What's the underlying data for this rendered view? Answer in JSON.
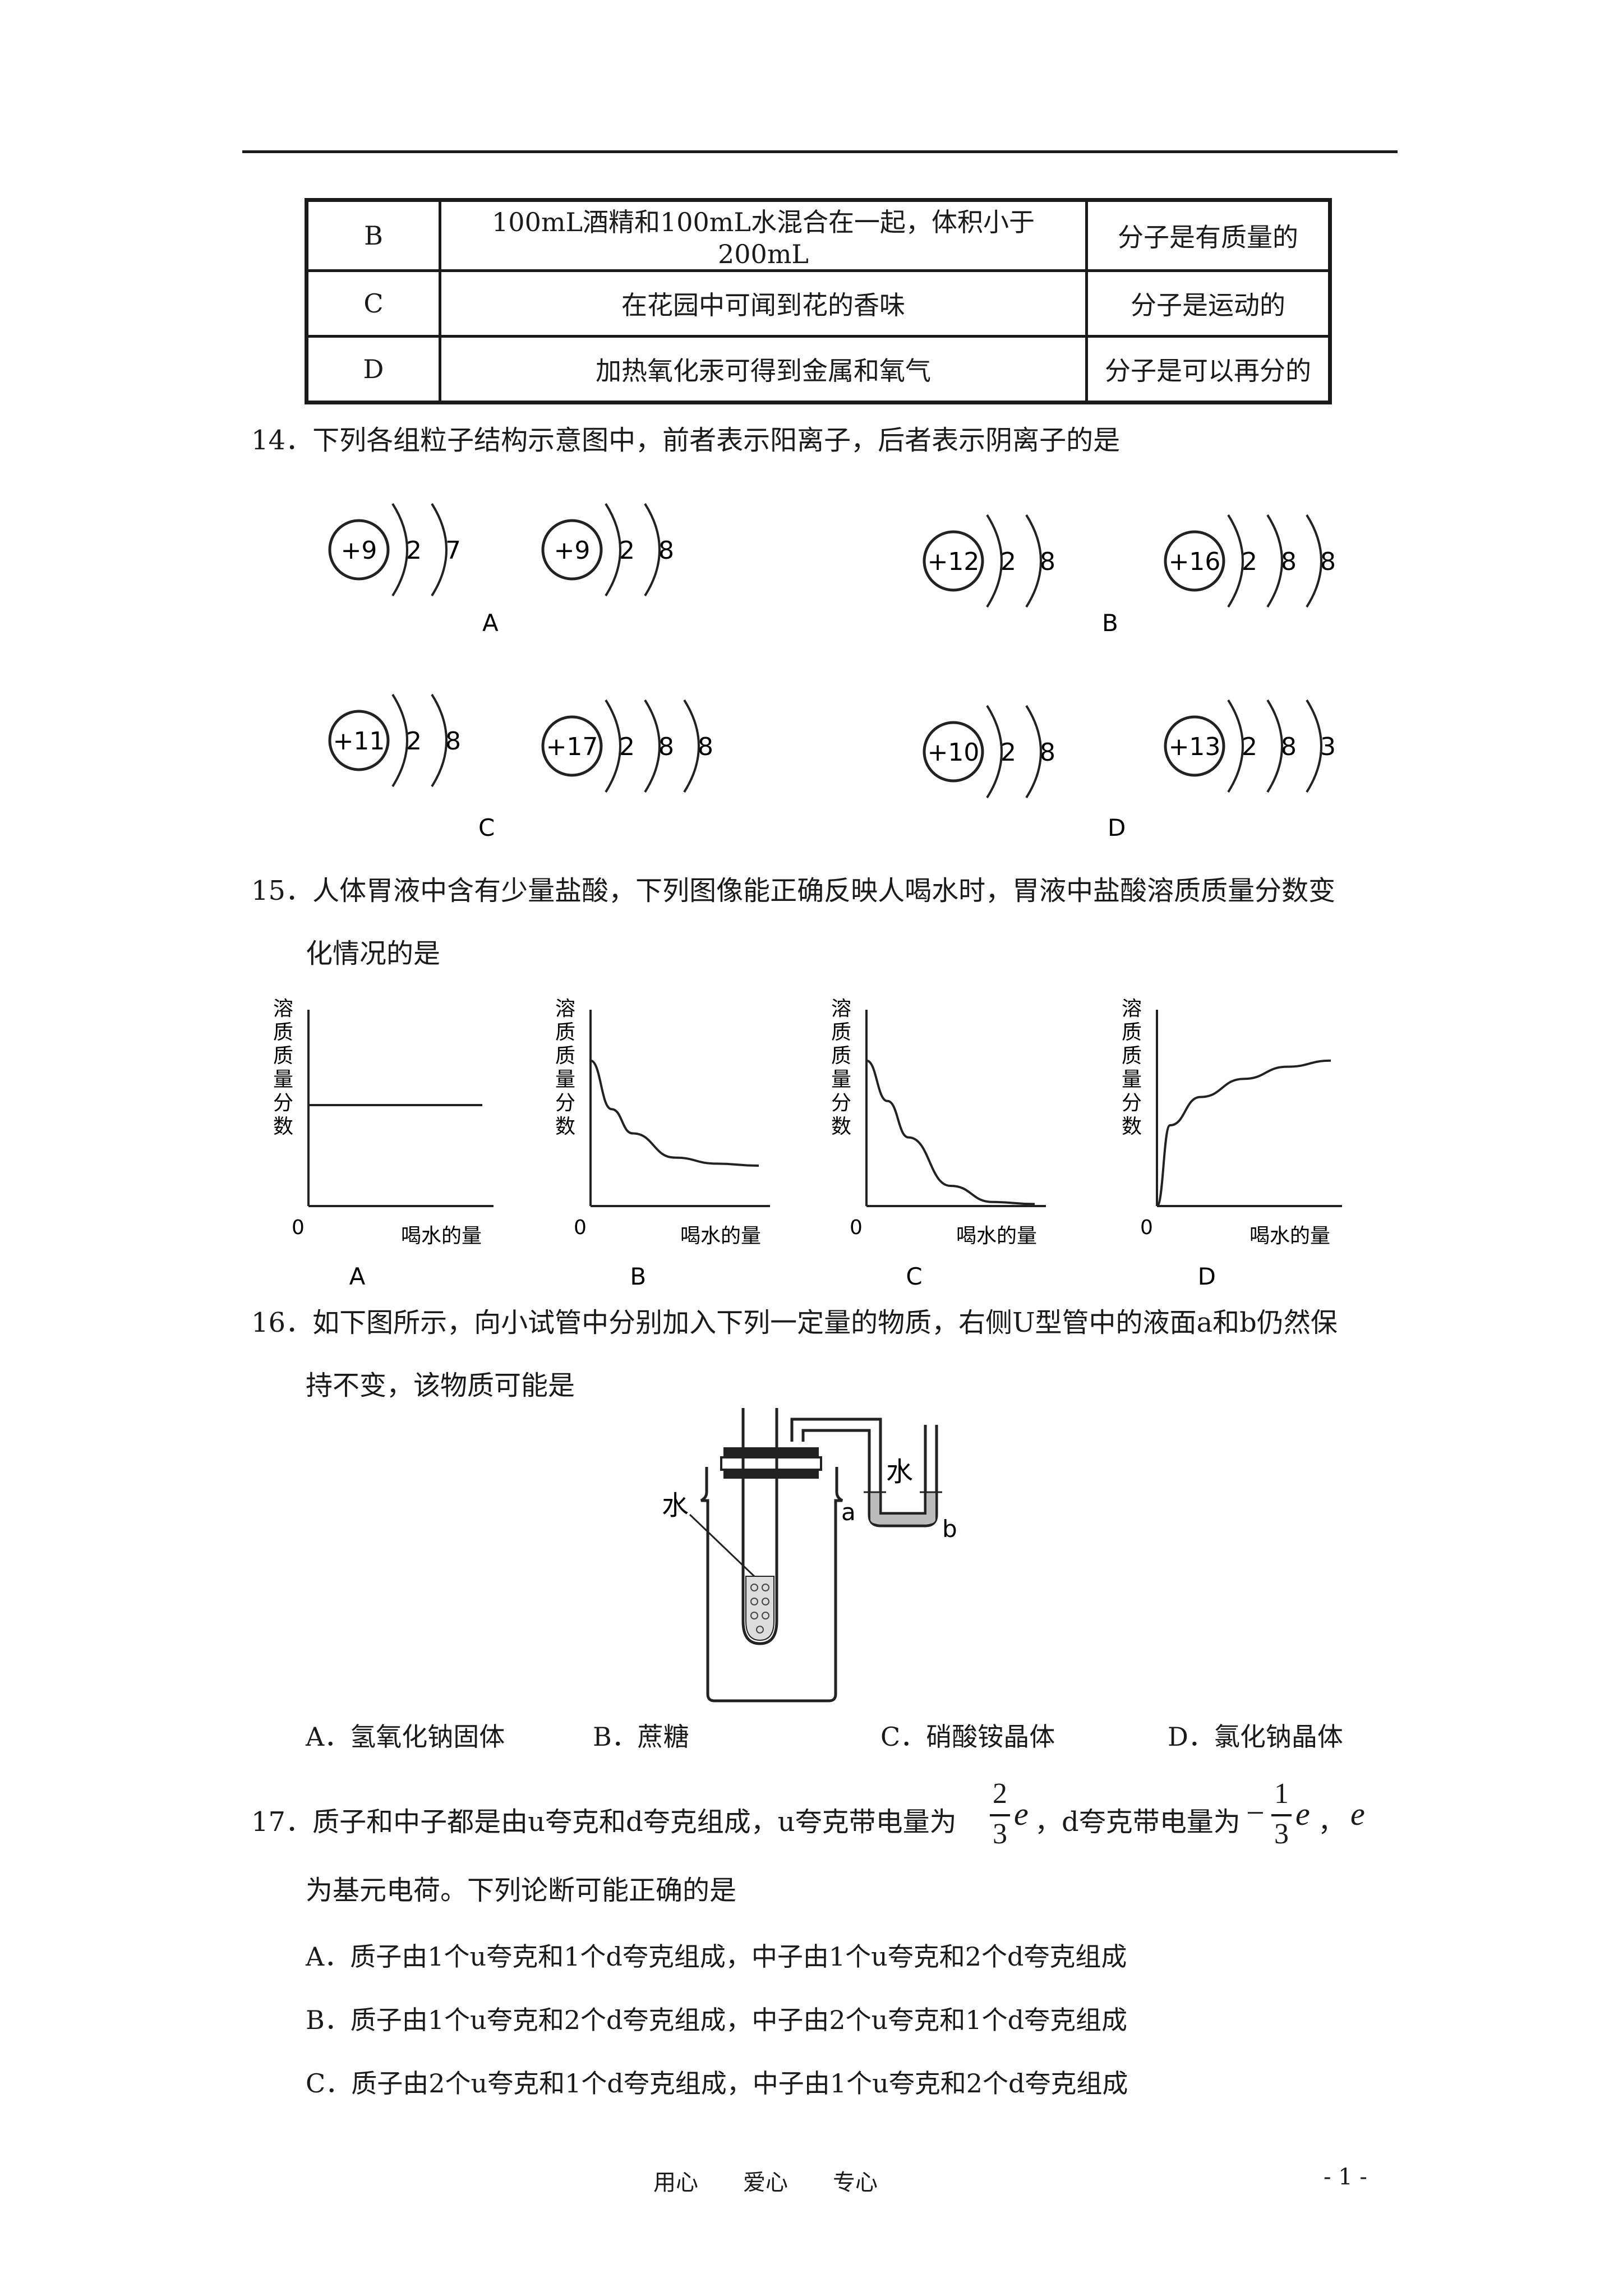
{
  "table": {
    "rows": [
      {
        "letter": "B",
        "phenomenon": "100mL酒精和100mL水混合在一起，体积小于200mL",
        "explanation": "分子是有质量的"
      },
      {
        "letter": "C",
        "phenomenon": "在花园中可闻到花的香味",
        "explanation": "分子是运动的"
      },
      {
        "letter": "D",
        "phenomenon": "加热氧化汞可得到金属和氧气",
        "explanation": "分子是可以再分的"
      }
    ]
  },
  "q14": {
    "stem": "14．下列各组粒子结构示意图中，前者表示阳离子，后者表示阴离子的是",
    "atoms": [
      {
        "nucleus": "+9",
        "shells": "2 7"
      },
      {
        "nucleus": "+9",
        "shells": "2 8"
      },
      {
        "nucleus": "+12",
        "shells": "2 8"
      },
      {
        "nucleus": "+16",
        "shells": "2 8 8"
      },
      {
        "nucleus": "+11",
        "shells": "2 8"
      },
      {
        "nucleus": "+17",
        "shells": "2 8 8"
      },
      {
        "nucleus": "+10",
        "shells": "2 8"
      },
      {
        "nucleus": "+13",
        "shells": "2 8 3"
      }
    ],
    "labels": [
      "A",
      "B",
      "C",
      "D"
    ]
  },
  "q15": {
    "stem_line1": "15．人体胃液中含有少量盐酸，下列图像能正确反映人喝水时，胃液中盐酸溶质质量分数变",
    "stem_line2": "化情况的是",
    "ylabel": "溶质质量分数",
    "xlabel": "喝水的量",
    "origin": "0",
    "labels": [
      "A",
      "B",
      "C",
      "D"
    ]
  },
  "chart_data": [
    {
      "type": "line",
      "title": "A",
      "xlabel": "喝水的量",
      "ylabel": "溶质质量分数",
      "series": [
        {
          "x": [
            0,
            1,
            2,
            3,
            4
          ],
          "values": [
            0.5,
            0.5,
            0.5,
            0.5,
            0.5
          ]
        }
      ]
    },
    {
      "type": "line",
      "title": "B",
      "xlabel": "喝水的量",
      "ylabel": "溶质质量分数",
      "series": [
        {
          "x": [
            0,
            0.5,
            1,
            2,
            3,
            4
          ],
          "values": [
            0.72,
            0.48,
            0.36,
            0.24,
            0.21,
            0.2
          ]
        }
      ]
    },
    {
      "type": "line",
      "title": "C",
      "xlabel": "喝水的量",
      "ylabel": "溶质质量分数",
      "series": [
        {
          "x": [
            0,
            0.5,
            1,
            2,
            3,
            4
          ],
          "values": [
            0.72,
            0.52,
            0.34,
            0.1,
            0.02,
            0.01
          ]
        }
      ]
    },
    {
      "type": "line",
      "title": "D",
      "xlabel": "喝水的量",
      "ylabel": "溶质质量分数",
      "series": [
        {
          "x": [
            0,
            0.3,
            1,
            2,
            3,
            4
          ],
          "values": [
            0.0,
            0.4,
            0.54,
            0.63,
            0.69,
            0.72
          ]
        }
      ]
    }
  ],
  "q16": {
    "stem_line1": "16．如下图所示，向小试管中分别加入下列一定量的物质，右侧U型管中的液面a和b仍然保",
    "stem_line2": "持不变，该物质可能是",
    "label_water_left": "水",
    "label_water_right": "水",
    "label_a": "a",
    "label_b": "b",
    "options": [
      "A．氢氧化钠固体",
      "B．蔗糖",
      "C．硝酸铵晶体",
      "D．氯化钠晶体"
    ]
  },
  "q17": {
    "stem_part1": "17．质子和中子都是由u夸克和d夸克组成，u夸克带电量为",
    "frac1_num": "2",
    "frac1_den": "3",
    "e": "e",
    "stem_part2": "，d夸克带电量为",
    "minus": "−",
    "frac2_num": "1",
    "frac2_den": "3",
    "stem_part3": "，",
    "stem_line2": "为基元电荷。下列论断可能正确的是",
    "options": [
      "A．质子由1个u夸克和1个d夸克组成，中子由1个u夸克和2个d夸克组成",
      "B．质子由1个u夸克和2个d夸克组成，中子由2个u夸克和1个d夸克组成",
      "C．质子由2个u夸克和1个d夸克组成，中子由1个u夸克和2个d夸克组成"
    ]
  },
  "footer": {
    "center": "用心　　爱心　　专心",
    "page": "- 1 -"
  }
}
